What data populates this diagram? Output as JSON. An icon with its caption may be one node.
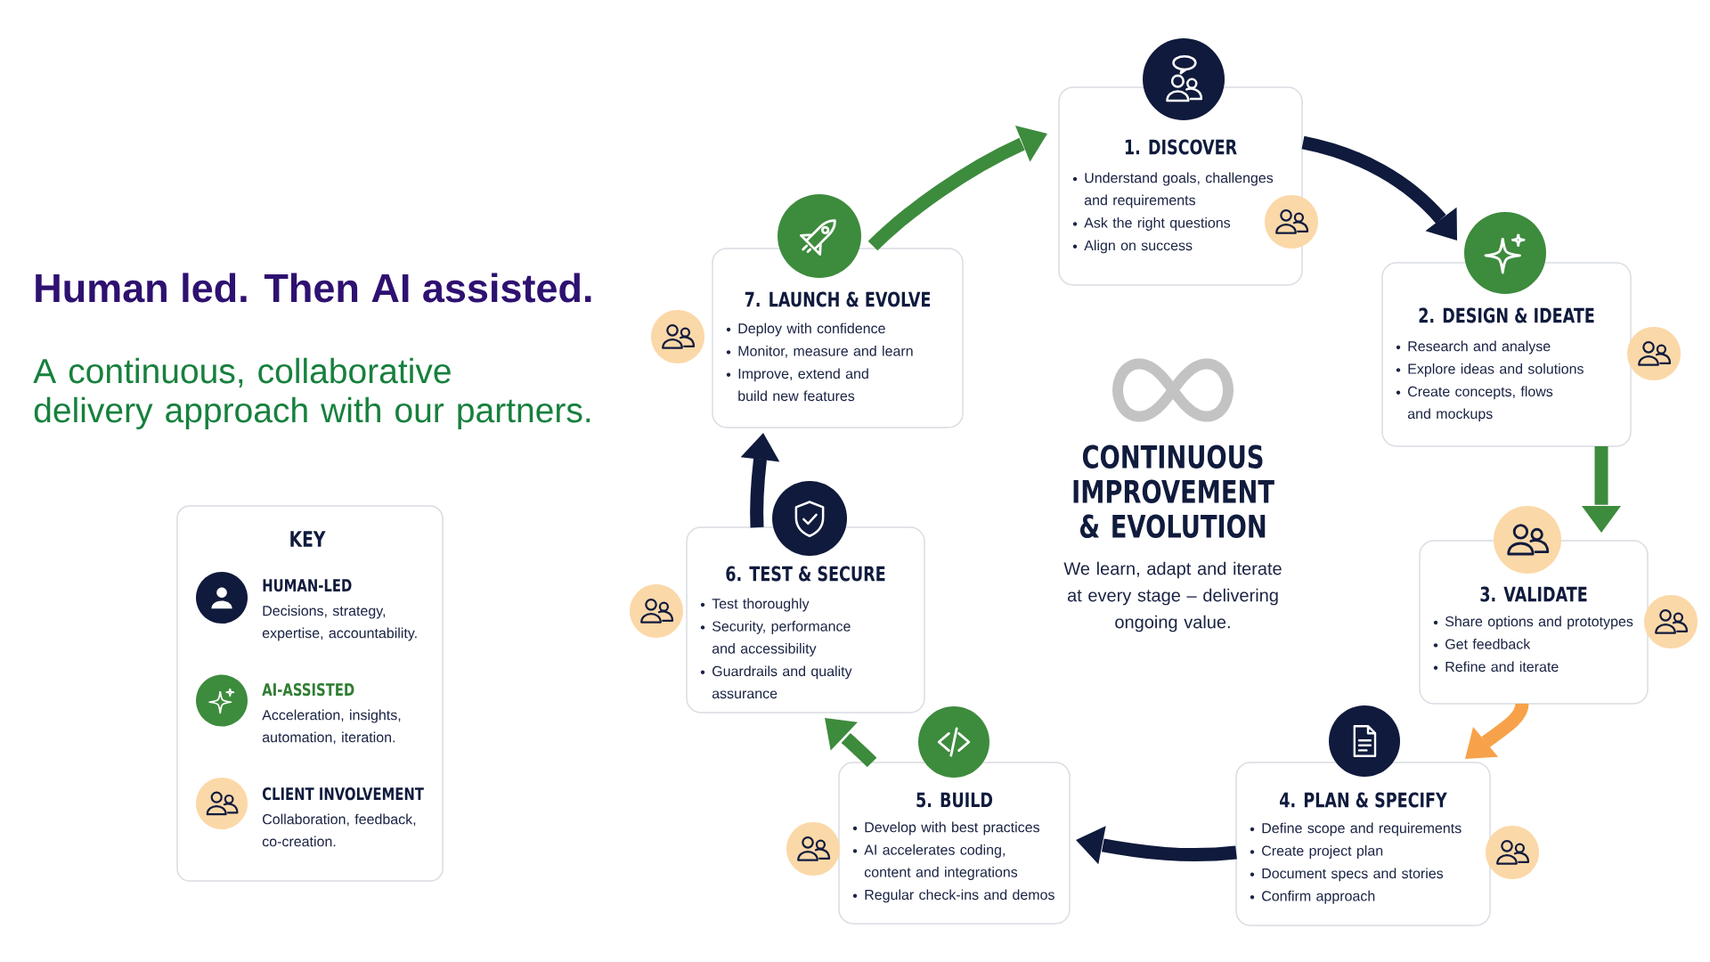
{
  "diagram": {
    "title": "Human led. Then AI assisted.",
    "nodes": [
      {
        "text": [
          "1. DISCOVER",
          "Understand goals, challenges and requirements",
          "Ask the right questions",
          "Align on success"
        ]
      },
      {
        "text": [
          "2. DESIGN & IDEATE",
          "Research and analyse",
          "Explore ideas and solutions",
          "Create concepts, flows and mockups"
        ]
      },
      {
        "text": [
          "3. VALIDATE",
          "Share options and prototypes",
          "Get feedback",
          "Refine and iterate"
        ]
      },
      {
        "text": [
          "4. PLAN & SPECIFY",
          "Define scope and requirements",
          "Create project plan",
          "Document specs and stories",
          "Confirm approach"
        ]
      },
      {
        "text": [
          "5. BUILD",
          "Develop with best practices",
          "AI accelerates coding, content and integrations",
          "Regular check-ins and demos"
        ]
      },
      {
        "text": [
          "6. TEST & SECURE",
          "Test thoroughly",
          "Security, performance and accessibility",
          "Guardrails and quality assurance"
        ]
      },
      {
        "text": [
          "7. LAUNCH & EVOLVE",
          "Deploy with confidence",
          "Monitor, measure and learn",
          "Improve, extend and build new features"
        ]
      }
    ],
    "edges": [
      {
        "from": 0,
        "to": 1,
        "arrow": "to",
        "color": "#0f1a3c"
      },
      {
        "from": 1,
        "to": 2,
        "arrow": "to",
        "color": "#3d8b3d"
      },
      {
        "from": 2,
        "to": 3,
        "arrow": "to",
        "color": "#f7a24a"
      },
      {
        "from": 3,
        "to": 4,
        "arrow": "to",
        "color": "#0f1a3c"
      },
      {
        "from": 4,
        "to": 5,
        "arrow": "to",
        "color": "#3d8b3d"
      },
      {
        "from": 5,
        "to": 6,
        "arrow": "to",
        "color": "#0f1a3c"
      },
      {
        "from": 6,
        "to": 0,
        "arrow": "to",
        "color": "#3d8b3d"
      }
    ],
    "labels": [
      "A continuous, collaborative delivery approach with our partners.",
      "KEY",
      "Decisions, strategy, expertise, accountability.",
      "Acceleration, insights, automation, iteration.",
      "Collaboration, feedback, co-creation.",
      "CONTINUOUS IMPROVEMENT & EVOLUTION",
      "We learn, adapt and iterate at every stage – delivering ongoing value."
    ],
    "legend": [
      {
        "text": "HUMAN-LED",
        "color": "#0f1a3c"
      },
      {
        "text": "AI-ASSISTED",
        "color": "#3d8b3d"
      },
      {
        "text": "CLIENT INVOLVEMENT",
        "color": "#fbd8a8"
      }
    ]
  }
}
